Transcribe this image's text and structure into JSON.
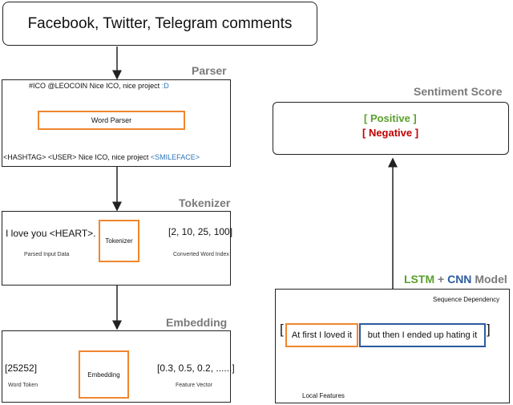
{
  "source": {
    "title": "Facebook, Twitter, Telegram comments"
  },
  "parser": {
    "stage_title": "Parser",
    "input_text": "#ICO @LEOCOIN Nice ICO, nice project",
    "input_emoji": ":D",
    "box_label": "Word Parser",
    "output_text": "<HASHTAG> <USER> Nice ICO, nice project",
    "output_tag": "<SMILEFACE>"
  },
  "tokenizer": {
    "stage_title": "Tokenizer",
    "input_text": "I love you <HEART>.",
    "input_caption": "Parsed Input Data",
    "box_label": "Tokenizer",
    "output_text": "[2, 10, 25, 100]",
    "output_caption": "Converted Word Index"
  },
  "embedding": {
    "stage_title": "Embedding",
    "input_text": "[25252]",
    "input_caption": "Word Token",
    "box_label": "Embedding",
    "output_text": "[0.3, 0.5, 0.2, ......]",
    "output_caption": "Feature Vector"
  },
  "sentiment": {
    "stage_title": "Sentiment Score",
    "positive": "[ Positive ]",
    "negative": "[ Negative ]"
  },
  "model": {
    "title_lstm": "LSTM",
    "title_plus": "+",
    "title_cnn": "CNN",
    "title_model": "Model",
    "sequence_label": "Sequence Dependency",
    "bracket_open": "[",
    "local_text": "At first I loved it",
    "seq_text": "but then I ended up hating it",
    "bracket_close": "]",
    "local_label": "Local Features"
  },
  "colors": {
    "orange": "#f0862e",
    "blue": "#2c5aa0",
    "green": "#5aa02c",
    "red": "#c00000",
    "gray": "#7a7a7a",
    "smile_blue": "#2e75b6"
  }
}
